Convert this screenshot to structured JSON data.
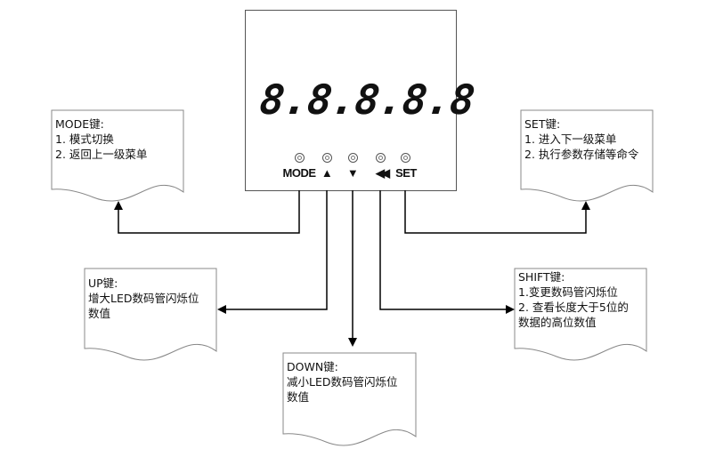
{
  "display": {
    "digits": "8.8.8.8.8"
  },
  "buttons": [
    {
      "label": "MODE",
      "icon": "mode-text"
    },
    {
      "label": "▲",
      "icon": "up-triangle-icon"
    },
    {
      "label": "▼",
      "icon": "down-triangle-icon"
    },
    {
      "label": "◀◀",
      "icon": "shift-left-icon"
    },
    {
      "label": "SET",
      "icon": "set-text"
    }
  ],
  "notes": {
    "mode": {
      "title": "MODE键:",
      "lines": [
        "1. 模式切换",
        "2. 返回上一级菜单"
      ]
    },
    "set": {
      "title": "SET键:",
      "lines": [
        "1. 进入下一级菜单",
        "2. 执行参数存储等命令"
      ]
    },
    "up": {
      "title": "UP键:",
      "lines": [
        "增大LED数码管闪烁位",
        "数值"
      ]
    },
    "down": {
      "title": "DOWN键:",
      "lines": [
        "减小LED数码管闪烁位",
        "数值"
      ]
    },
    "shift": {
      "title": "SHIFT键:",
      "lines": [
        "1.变更数码管闪烁位",
        "2. 查看长度大于5位的",
        "数据的高位数值"
      ]
    }
  }
}
